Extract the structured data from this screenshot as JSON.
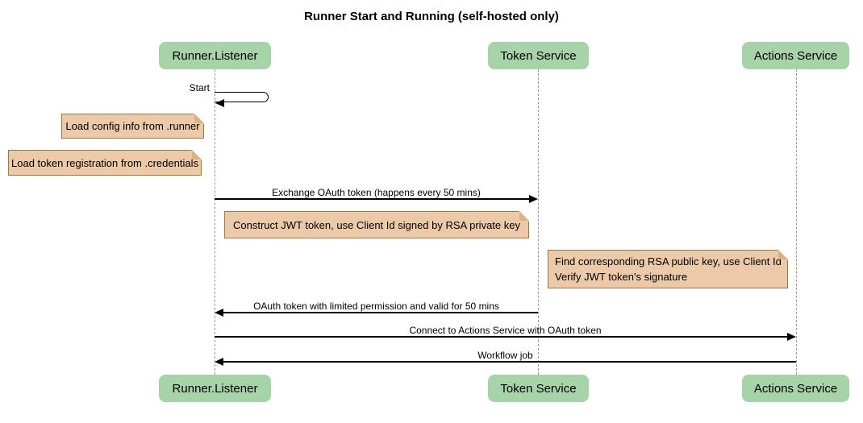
{
  "title": "Runner Start and Running (self-hosted only)",
  "participants": [
    {
      "label": "Runner.Listener"
    },
    {
      "label": "Token Service"
    },
    {
      "label": "Actions Service"
    }
  ],
  "messages": [
    {
      "label": "Start",
      "type": "self",
      "from": "Runner.Listener",
      "to": "Runner.Listener"
    },
    {
      "label": "Exchange OAuth token (happens every 50 mins)",
      "type": "solid-arrow",
      "from": "Runner.Listener",
      "to": "Token Service"
    },
    {
      "label": "OAuth token with limited permission and valid for 50 mins",
      "type": "solid-arrow",
      "from": "Token Service",
      "to": "Runner.Listener"
    },
    {
      "label": "Connect to Actions Service with OAuth token",
      "type": "solid-arrow",
      "from": "Runner.Listener",
      "to": "Actions Service"
    },
    {
      "label": "Workflow job",
      "type": "solid-arrow",
      "from": "Actions Service",
      "to": "Runner.Listener"
    }
  ],
  "notes": [
    {
      "text": "Load config info from .runner",
      "position": "left of Runner.Listener"
    },
    {
      "text": "Load token registration from .credentials",
      "position": "left of Runner.Listener"
    },
    {
      "text": "Construct JWT token, use Client Id signed by RSA private key",
      "position": "between Runner.Listener and Token Service"
    },
    {
      "lines": [
        "Find corresponding RSA public key, use Client Id",
        "Verify JWT token's signature"
      ],
      "position": "left of Actions Service"
    }
  ],
  "colors": {
    "background": "#ffffff",
    "participant_fill": "#a7d3a9",
    "note_fill": "#ecc9a8",
    "note_border": "#9c7a45",
    "note_fold": "#d9b285",
    "lifeline": "#999999",
    "arrow": "#000000",
    "text": "#000000"
  }
}
